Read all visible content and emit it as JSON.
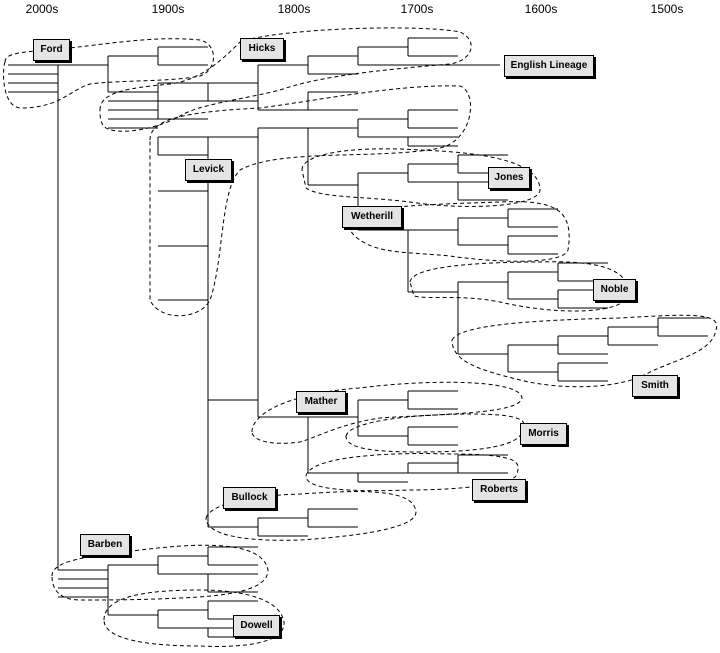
{
  "timeline": [
    "2000s",
    "1900s",
    "1800s",
    "1700s",
    "1600s",
    "1500s"
  ],
  "families": {
    "ford": "Ford",
    "hicks": "Hicks",
    "english_lineage": "English Lineage",
    "levick": "Levick",
    "jones": "Jones",
    "wetherill": "Wetherill",
    "noble": "Noble",
    "smith": "Smith",
    "mather": "Mather",
    "morris": "Morris",
    "roberts": "Roberts",
    "bullock": "Bullock",
    "barben": "Barben",
    "dowell": "Dowell"
  }
}
